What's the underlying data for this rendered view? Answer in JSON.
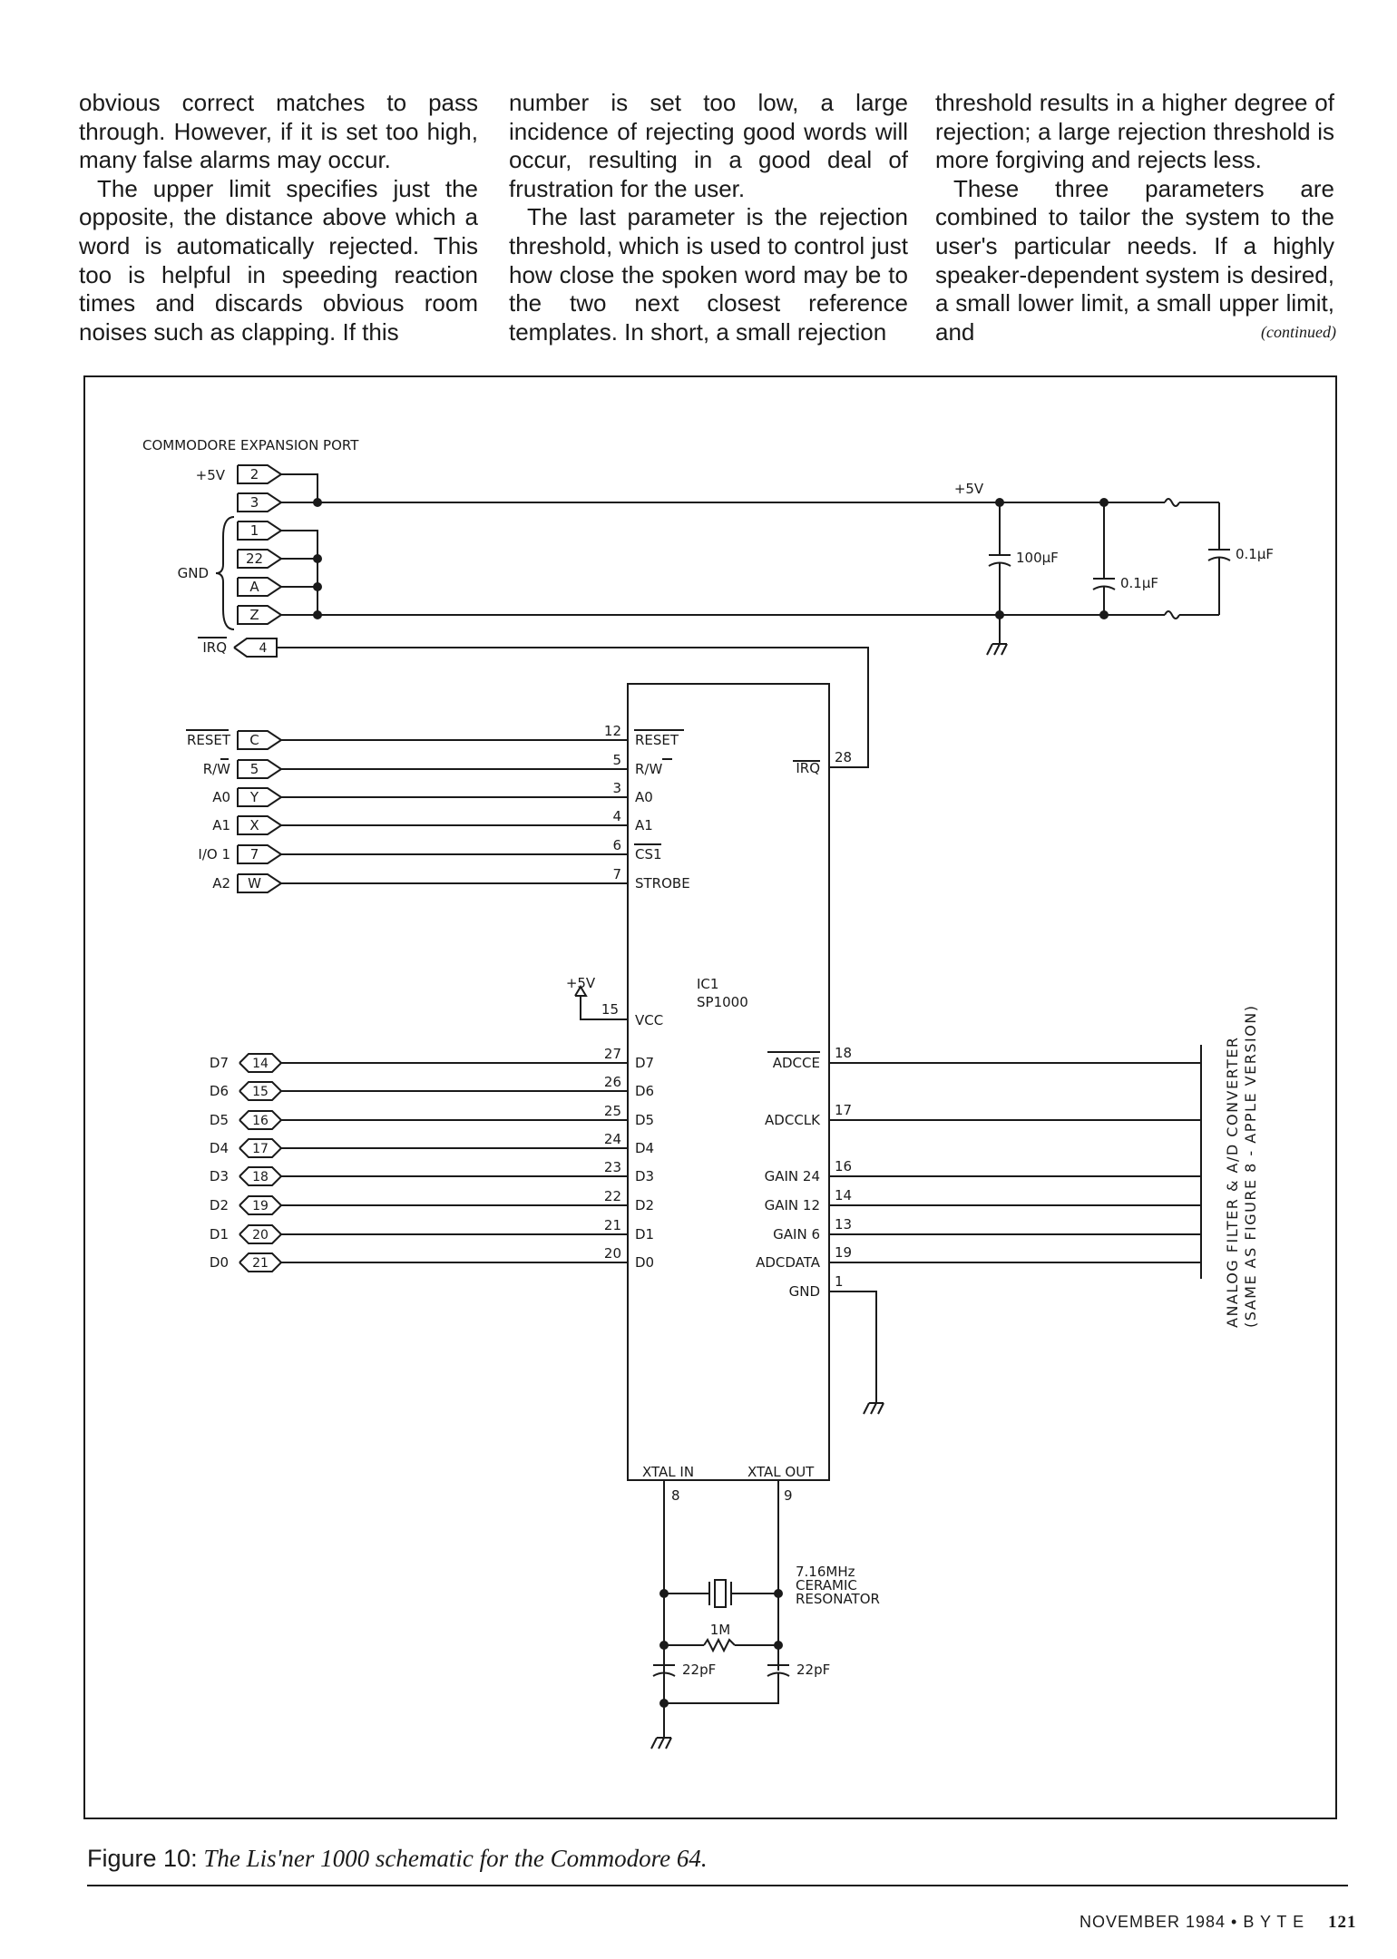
{
  "article": {
    "col1": [
      "obvious correct matches to pass through. However, if it is set too high, many false alarms may occur.",
      "The upper limit specifies just the opposite, the distance above which a word is automatically rejected. This too is helpful in speeding reaction times and discards obvious room noises such as clapping. If this"
    ],
    "col2": [
      "number is set too low, a large incidence of rejecting good words will occur, resulting in a good deal of frustration for the user.",
      "The last parameter is the rejection threshold, which is used to control just how close the spoken word may be to the two next closest reference templates. In short, a small rejection"
    ],
    "col3": [
      "threshold results in a higher degree of rejection; a large rejection threshold is more forgiving and rejects less.",
      "These three parameters are combined to tailor the system to the user's particular needs. If a highly speaker-dependent system is desired, a small lower limit, a small upper limit, and"
    ],
    "continued": "(continued)"
  },
  "schematic": {
    "port_title": "COMMODORE EXPANSION PORT",
    "plus5v_label": "+5V",
    "gnd_label": "GND",
    "irq_label": "IRQ",
    "power_pins": [
      "2",
      "3",
      "1",
      "22",
      "A",
      "Z",
      "4"
    ],
    "control_signals": [
      {
        "name": "RESET",
        "port_pin": "C",
        "ic_pin": "12",
        "ic_label": "RESET"
      },
      {
        "name": "R/W",
        "port_pin": "5",
        "ic_pin": "5",
        "ic_label": "R/W"
      },
      {
        "name": "A0",
        "port_pin": "Y",
        "ic_pin": "3",
        "ic_label": "A0"
      },
      {
        "name": "A1",
        "port_pin": "X",
        "ic_pin": "4",
        "ic_label": "A1"
      },
      {
        "name": "I/O 1",
        "port_pin": "7",
        "ic_pin": "6",
        "ic_label": "CS1"
      },
      {
        "name": "A2",
        "port_pin": "W",
        "ic_pin": "7",
        "ic_label": "STROBE"
      }
    ],
    "data_signals": [
      {
        "name": "D7",
        "port_pin": "14",
        "ic_pin": "27",
        "ic_label": "D7"
      },
      {
        "name": "D6",
        "port_pin": "15",
        "ic_pin": "26",
        "ic_label": "D6"
      },
      {
        "name": "D5",
        "port_pin": "16",
        "ic_pin": "25",
        "ic_label": "D5"
      },
      {
        "name": "D4",
        "port_pin": "17",
        "ic_pin": "24",
        "ic_label": "D4"
      },
      {
        "name": "D3",
        "port_pin": "18",
        "ic_pin": "23",
        "ic_label": "D3"
      },
      {
        "name": "D2",
        "port_pin": "19",
        "ic_pin": "22",
        "ic_label": "D2"
      },
      {
        "name": "D1",
        "port_pin": "20",
        "ic_pin": "21",
        "ic_label": "D1"
      },
      {
        "name": "D0",
        "port_pin": "21",
        "ic_pin": "20",
        "ic_label": "D0"
      }
    ],
    "ic_name": "IC1",
    "ic_part": "SP1000",
    "vcc_label": "VCC",
    "vcc_pin": "15",
    "vcc_supply": "+5V",
    "irq_pin": {
      "label": "IRQ",
      "num": "28"
    },
    "right_pins": [
      {
        "label": "ADCCE",
        "num": "18"
      },
      {
        "label": "ADCCLK",
        "num": "17"
      },
      {
        "label": "GAIN 24",
        "num": "16"
      },
      {
        "label": "GAIN 12",
        "num": "14"
      },
      {
        "label": "GAIN 6",
        "num": "13"
      },
      {
        "label": "ADCDATA",
        "num": "19"
      },
      {
        "label": "GND",
        "num": "1"
      }
    ],
    "xtal_in": {
      "label": "XTAL IN",
      "num": "8"
    },
    "xtal_out": {
      "label": "XTAL OUT",
      "num": "9"
    },
    "resonator": [
      "7.16MHz",
      "CERAMIC",
      "RESONATOR"
    ],
    "resistor": "1M",
    "cap_22a": "22pF",
    "cap_22b": "22pF",
    "cap_100": "100µF",
    "cap_01a": "0.1µF",
    "cap_01b": "0.1µF",
    "plus5v_rail": "+5V",
    "analog_label": [
      "ANALOG FILTER & A/D CONVERTER",
      "(SAME AS FIGURE 8 - APPLE VERSION)"
    ]
  },
  "caption": {
    "label": "Figure 10:",
    "text": "The Lis'ner 1000 schematic for the Commodore 64."
  },
  "footer": {
    "date": "NOVEMBER 1984 • B Y T E",
    "page": "121"
  }
}
